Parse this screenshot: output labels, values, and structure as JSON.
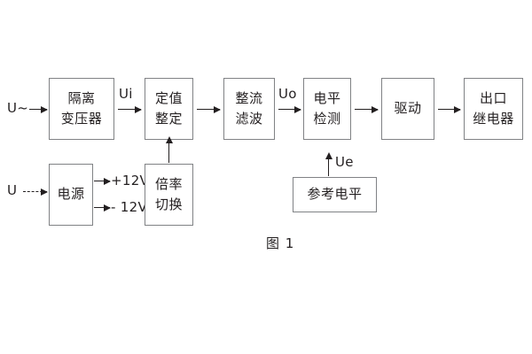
{
  "figure": {
    "caption": "图 1",
    "accent_border": "#808285",
    "accent_line": "#231f20"
  },
  "blocks": {
    "isolation_transformer": {
      "line1": "隔离",
      "line2": "变压器"
    },
    "setting_value": {
      "line1": "定值",
      "line2": "整定"
    },
    "rectify_filter": {
      "line1": "整流",
      "line2": "滤波"
    },
    "level_detection": {
      "line1": "电平",
      "line2": "检测"
    },
    "drive": {
      "line1": "驱动",
      "line2": ""
    },
    "output_relay": {
      "line1": "出口",
      "line2": "继电器"
    },
    "power_supply": {
      "line1": "电源",
      "line2": ""
    },
    "multiplier_switch": {
      "line1": "倍率",
      "line2": "切换"
    },
    "reference_level": {
      "line1": "参考电平",
      "line2": ""
    }
  },
  "signals": {
    "input_ac": "U~",
    "input_dc": "U",
    "ui": "Ui",
    "uo": "Uo",
    "ue": "Ue",
    "rail_positive": "+12V",
    "rail_negative": "- 12V"
  }
}
